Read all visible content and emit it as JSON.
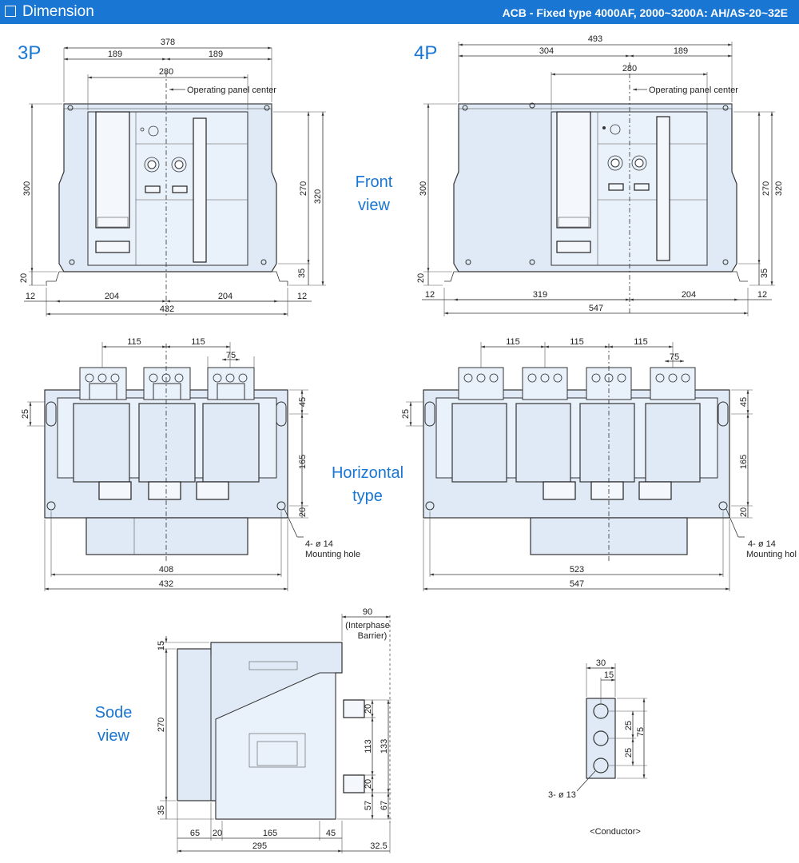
{
  "header": {
    "title": "Dimension",
    "subtitle": "ACB - Fixed type 4000AF, 2000~3200A: AH/AS-20~32E"
  },
  "labels": {
    "p3": "3P",
    "p4": "4P",
    "front_1": "Front",
    "front_2": "view",
    "horiz_1": "Horizontal",
    "horiz_2": "type",
    "side_1": "Sode",
    "side_2": "view",
    "conductor": "<Conductor>",
    "operating_center": "Operating panel center",
    "mount_qty": "4- ø 14",
    "mount_label": "Mounting hole",
    "mount_label_4p": "Mounting hol",
    "barrier_1": "(Interphase",
    "barrier_2": "Barrier)",
    "conductor_holes": "3- ø 13"
  },
  "front3p": {
    "w378": "378",
    "w189a": "189",
    "w189b": "189",
    "w280": "280",
    "h300": "300",
    "h20": "20",
    "h270": "270",
    "h320": "320",
    "h35": "35",
    "b12a": "12",
    "b204a": "204",
    "b204b": "204",
    "b12b": "12",
    "b432": "432"
  },
  "front4p": {
    "w493": "493",
    "w304": "304",
    "w189": "189",
    "w280": "280",
    "h300": "300",
    "h20": "20",
    "h270": "270",
    "h320": "320",
    "h35": "35",
    "b12a": "12",
    "b319": "319",
    "b204": "204",
    "b12b": "12",
    "b547": "547"
  },
  "horiz3p": {
    "p115a": "115",
    "p115b": "115",
    "p75": "75",
    "h25": "25",
    "h45": "45",
    "h165": "165",
    "h20": "20",
    "w408": "408",
    "w432": "432"
  },
  "horiz4p": {
    "p115a": "115",
    "p115b": "115",
    "p115c": "115",
    "p75": "75",
    "h25": "25",
    "h45": "45",
    "h165": "165",
    "h20": "20",
    "w523": "523",
    "w547": "547"
  },
  "side": {
    "d90": "90",
    "h15": "15",
    "h270": "270",
    "h35": "35",
    "t20a": "20",
    "t113": "113",
    "t133": "133",
    "t20b": "20",
    "t57": "57",
    "t67": "67",
    "w65": "65",
    "w20": "20",
    "w165": "165",
    "w45": "45",
    "w295": "295",
    "w325": "32.5"
  },
  "conductor": {
    "w30": "30",
    "w15": "15",
    "h25a": "25",
    "h25b": "25",
    "h75": "75"
  }
}
